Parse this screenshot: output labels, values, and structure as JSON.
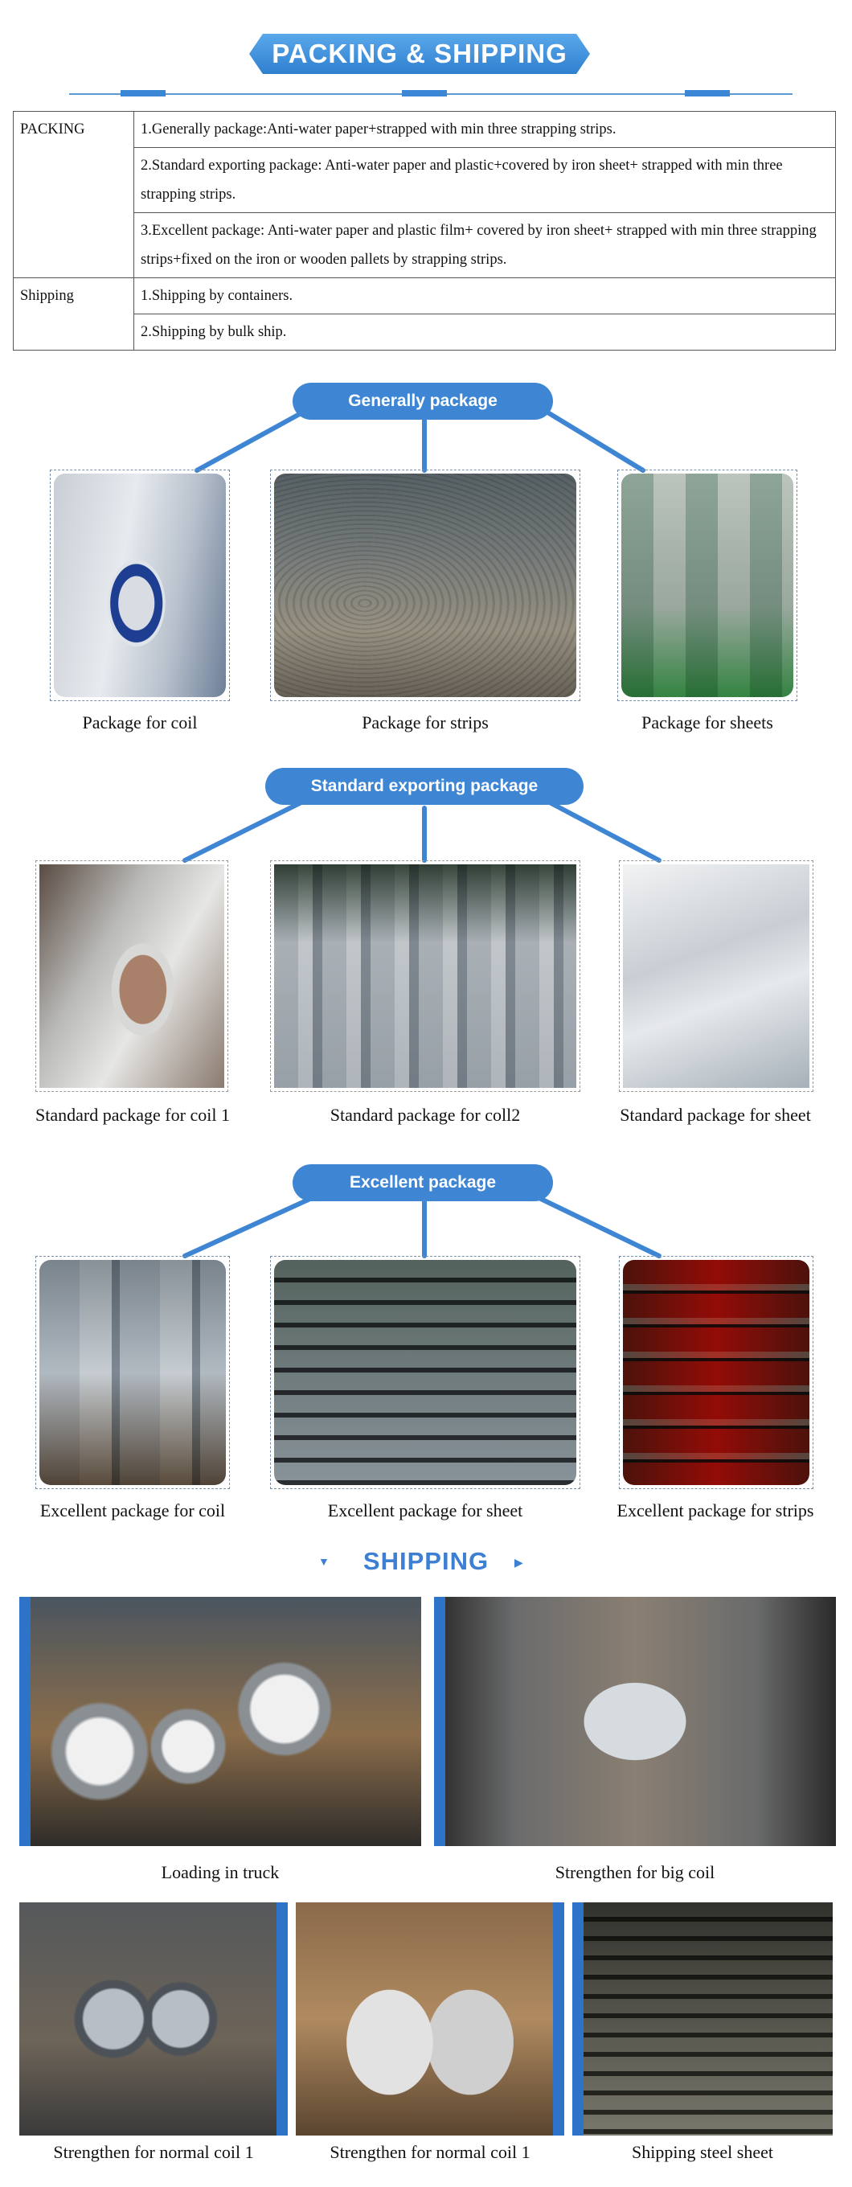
{
  "header": {
    "title": "PACKING & SHIPPING"
  },
  "spec_table": [
    {
      "category": "PACKING",
      "items": [
        "1.Generally package:Anti-water paper+strapped with min three strapping strips.",
        "2.Standard exporting package: Anti-water paper and plastic+covered by iron sheet+ strapped with min three strapping strips.",
        "3.Excellent package: Anti-water paper and plastic film+ covered by iron sheet+ strapped with min three strapping strips+fixed on the iron or wooden pallets by strapping strips."
      ]
    },
    {
      "category": "Shipping",
      "items": [
        "1.Shipping by containers.",
        "2.Shipping by bulk ship."
      ]
    }
  ],
  "sections": [
    {
      "label": "Generally package",
      "captions": [
        "Package for coil",
        "Package for strips",
        "Package for sheets"
      ]
    },
    {
      "label": "Standard exporting package",
      "captions": [
        "Standard package for coil 1",
        "Standard package for coll2",
        "Standard package for sheet"
      ]
    },
    {
      "label": "Excellent package",
      "captions": [
        "Excellent package for coil",
        "Excellent package for sheet",
        "Excellent package for strips"
      ]
    }
  ],
  "shipping": {
    "title": "SHIPPING",
    "captions": [
      "Loading in truck",
      "Strengthen for big coil",
      "Strengthen for normal coil 1",
      "Strengthen for normal coil 1",
      "Shipping steel sheet"
    ]
  },
  "colors": {
    "accent": "#3e86d4",
    "banner": "#2f7fd0",
    "stripe": "#2d74c8"
  }
}
